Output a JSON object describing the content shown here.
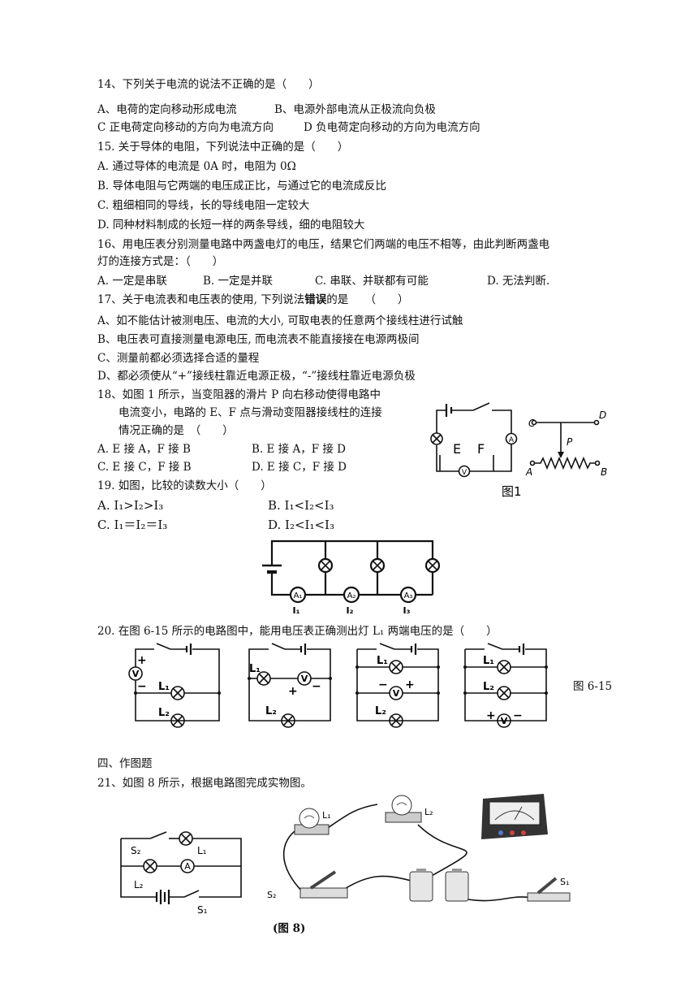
{
  "q14": {
    "stem": "14、下列关于电流的说法不正确的是（　　）",
    "a": "A、电荷的定向移动形成电流",
    "b": "B、电源外部电流从正极流向负极",
    "c": "C 正电荷定向移动的方向为电流方向",
    "d": "D 负电荷定向移动的方向为电流方向"
  },
  "q15": {
    "stem": "15. 关于导体的电阻，下列说法中正确的是（　　）",
    "a": "A. 通过导体的电流是 0A 时，电阻为 0Ω",
    "b": "B. 导体电阻与它两端的电压成正比，与通过它的电流成反比",
    "c": "C. 粗细相同的导线，长的导线电阻一定较大",
    "d": "D. 同种材料制成的长短一样的两条导线，细的电阻较大"
  },
  "q16": {
    "stem1": "16、用电压表分别测量电路中两盏电灯的电压，结果它们两端的电压不相等，由此判断两盏电",
    "stem2": "灯的连接方式是：（　　）",
    "a": "A. 一定是串联",
    "b": "B. 一定是并联",
    "c": "C. 串联、并联都有可能",
    "d": "D. 无法判断."
  },
  "q17": {
    "stem_pre": "17、关于电流表和电压表的使用, 下列说法",
    "stem_bold": "错误",
    "stem_post": "的是　　（　　）",
    "a": "A、如不能估计被测电压、电流的大小, 可取电表的任意两个接线柱进行试触",
    "b": "B、电压表可直接测量电源电压, 而电流表不能直接接在电源两极间",
    "c": "C、测量前都必须选择合适的量程",
    "d": "D、都必须使从“+”接线柱靠近电源正极，“-”接线柱靠近电源负极"
  },
  "q18": {
    "stem1": "18、如图 1 所示，当变阻器的滑片 P 向右移动使得电路中",
    "stem2": "电流变小，电路的 E、F 点与滑动变阻器接线柱的连接",
    "stem3": "情况正确的是　（　　）",
    "a": "A. E 接 A，F 接 B",
    "b": "B. E 接 A，F 接 D",
    "c": "C. E 接 C，F 接 B",
    "d": "D. E 接 C，F 接 D",
    "fig": {
      "E": "E",
      "F": "F",
      "A": "A",
      "V": "V",
      "C": "C",
      "D": "D",
      "P": "P",
      "Aend": "A",
      "B": "B",
      "caption": "图1"
    }
  },
  "q19": {
    "stem": "19. 如图，比较的读数大小（　　）",
    "a": "A. I₁>I₂>I₃",
    "b": "B. I₁<I₂<I₃",
    "c": "C. I₁＝I₂＝I₃",
    "d": "D. I₂<I₁<I₃",
    "fig": {
      "m1": "A₁",
      "m2": "A₂",
      "m3": "A₃",
      "i1": "I₁",
      "i2": "I₂",
      "i3": "I₃"
    }
  },
  "q20": {
    "stem": "20. 在图 6-15 所示的电路图中，能用电压表正确测出灯 L₁ 两端电压的是（　　）",
    "caption": "图 6-15",
    "labels": {
      "l1": "L₁",
      "l2": "L₂",
      "v": "V",
      "plus": "+",
      "minus": "−"
    }
  },
  "section4": "四、作图题",
  "q21": {
    "stem": "21、如图 8 所示，根据电路图完成实物图。",
    "caption": "(图 8)",
    "labels": {
      "s1": "S₁",
      "s2": "S₂",
      "l1": "L₁",
      "l2": "L₂",
      "a": "A",
      "l7": "L₂",
      "s7": "S₂",
      "ps1": "S₁"
    }
  }
}
